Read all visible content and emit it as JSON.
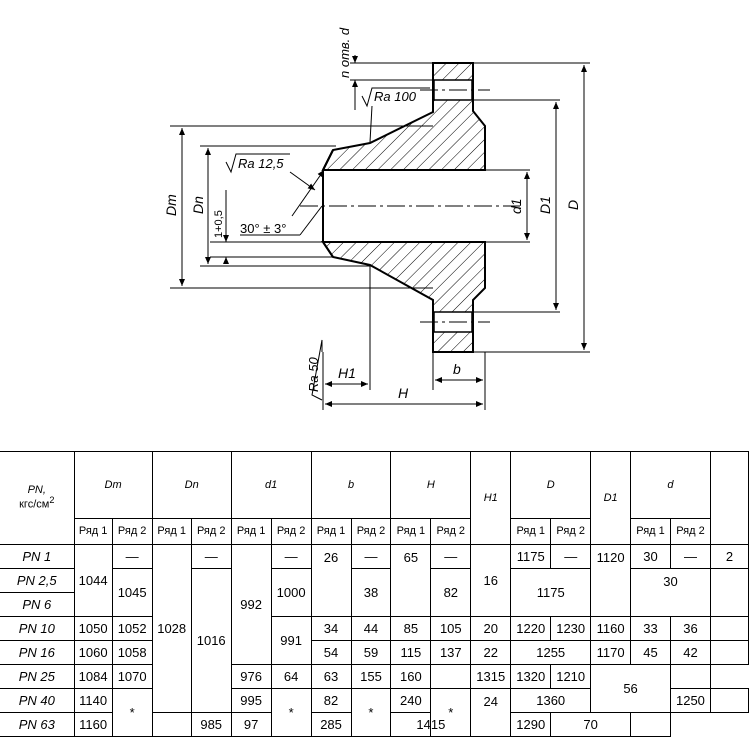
{
  "drawing": {
    "holes_label": "n отв. d",
    "ra_100": "Ra 100",
    "ra_12_5": "Ra 12,5",
    "ra_50": "Ra 50",
    "chamfer": "30° ± 3°",
    "tol": "1+0,5",
    "dm": "Dm",
    "dn": "Dn",
    "d1": "d1",
    "D1": "D1",
    "D": "D",
    "H1": "H1",
    "b": "b",
    "H": "H"
  },
  "table": {
    "header": {
      "pn": "PN,",
      "pn_unit": "кгс/см",
      "pn_sup": "2",
      "dm": "Dm",
      "dn": "Dn",
      "d1": "d1",
      "b": "b",
      "h": "H",
      "h1": "H1",
      "D": "D",
      "D1": "D1",
      "d": "d",
      "row1": "Ряд 1",
      "row2": "Ряд 2"
    },
    "rows": {
      "pn1": {
        "label": "PN 1",
        "dm1": "1044",
        "dm2": "—",
        "dn2": "—",
        "d1_2": "—",
        "b1": "26",
        "b2": "—",
        "h1": "65",
        "h2": "—",
        "H1": "16",
        "D_1": "1175",
        "D_2": "—",
        "D1": "1120",
        "d_1": "30",
        "d_2": "—",
        "extra": "2"
      },
      "pn25": {
        "label": "PN 2,5",
        "dm2": "1045",
        "d1_2": "1000",
        "b2": "38",
        "h2": "82",
        "D": "1175",
        "d": "30"
      },
      "pn6": {
        "label": "PN 6"
      },
      "pn10": {
        "label": "PN 10",
        "dm1": "1050",
        "dm2": "1052",
        "dn1": "1028",
        "dn2": "1016",
        "d1_1": "992",
        "d1_2": "991",
        "b1": "34",
        "b2": "44",
        "h1": "85",
        "h2": "105",
        "H1": "20",
        "D_1": "1220",
        "D_2": "1230",
        "D1": "1160",
        "d_1": "33",
        "d_2": "36"
      },
      "pn16": {
        "label": "PN 16",
        "dm1": "1060",
        "dm2": "1058",
        "b1": "54",
        "b2": "59",
        "h1": "115",
        "h2": "137",
        "H1": "22",
        "D": "1255",
        "D1": "1170",
        "d_1": "45",
        "d_2": "42"
      },
      "pn25b": {
        "label": "PN 25",
        "dm1": "1084",
        "dm2": "1070",
        "d1_2": "976",
        "b1": "64",
        "b2": "63",
        "h1": "155",
        "h2": "160",
        "D_1": "1315",
        "D_2": "1320",
        "D1": "1210",
        "d": "56"
      },
      "pn40": {
        "label": "PN 40",
        "dm1": "1140",
        "star": "*",
        "d1_1": "995",
        "b1": "82",
        "h1": "240",
        "H1": "24",
        "D": "1360",
        "D1": "1250"
      },
      "pn63": {
        "label": "PN 63",
        "dm1": "1160",
        "d1_1": "985",
        "b1": "97",
        "h1": "285",
        "D": "1415",
        "D1": "1290",
        "d": "70"
      }
    }
  }
}
